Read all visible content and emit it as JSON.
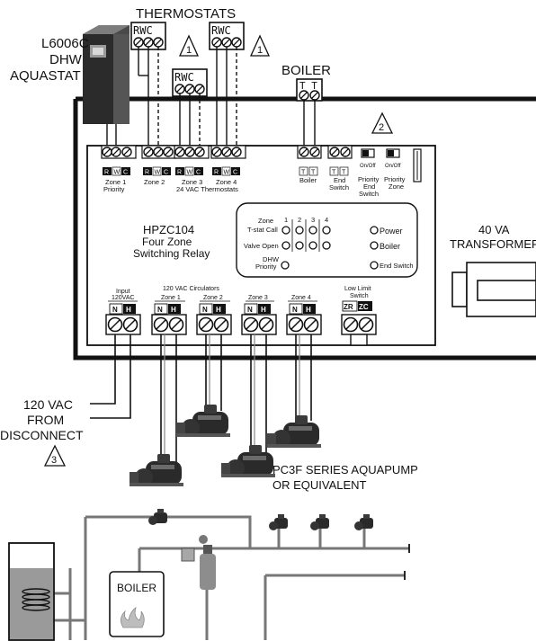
{
  "labels": {
    "thermostats": "THERMOSTATS",
    "aquastat_line1": "L6006C",
    "aquastat_line2": "DHW",
    "aquastat_line3": "AQUASTAT",
    "rwc": "RWC",
    "note1": "1",
    "note2": "2",
    "note3": "3",
    "boiler_top": "BOILER",
    "tt": "T T",
    "transformer_line1": "40 VA",
    "transformer_line2": "TRANSFORMER",
    "pump_line1": "PC3F SERIES AQUAPUMP",
    "pump_line2": "OR EQUIVALENT",
    "power_line1": "120 VAC",
    "power_line2": "FROM",
    "power_line3": "DISCONNECT",
    "boiler_bottom": "BOILER"
  },
  "panel": {
    "zone1_line1": "Zone 1",
    "zone1_line2": "Priority",
    "zone2": "Zone 2",
    "zone3_line1": "Zone 3",
    "zone3_line2": "24 VAC Thermostats",
    "zone4": "Zone 4",
    "boiler": "Boiler",
    "end_switch_line1": "End",
    "end_switch_line2": "Switch",
    "onoff": "On/Off",
    "prio_end_line1": "Priority",
    "prio_end_line2": "End",
    "prio_end_line3": "Switch",
    "prio_zone_line1": "Priority",
    "prio_zone_line2": "Zone",
    "model": "HPZC104",
    "name_line1": "Four Zone",
    "name_line2": "Switching Relay",
    "zone_header": "Zone",
    "zone_nums": [
      "1",
      "2",
      "3",
      "4"
    ],
    "tstat_call": "T-stat Call",
    "valve_open": "Valve Open",
    "dhw_line1": "DHW",
    "dhw_line2": "Priority",
    "power": "Power",
    "boiler_led": "Boiler",
    "end_switch_led": "End Switch",
    "input_line1": "Input",
    "input_line2": "120VAC",
    "circulators": "120 VAC Circulators",
    "c_zone1": "Zone 1",
    "c_zone2": "Zone 2",
    "c_zone3": "Zone 3",
    "c_zone4": "Zone 4",
    "low_limit_line1": "Low Limit",
    "low_limit_line2": "Switch",
    "n": "N",
    "h": "H",
    "zr": "ZR",
    "zc": "ZC",
    "r": "R",
    "w": "W",
    "c": "C",
    "t": "T"
  },
  "colors": {
    "line": "#111111",
    "grey": "#8a8a8a",
    "panel_fill": "#ffffff"
  }
}
